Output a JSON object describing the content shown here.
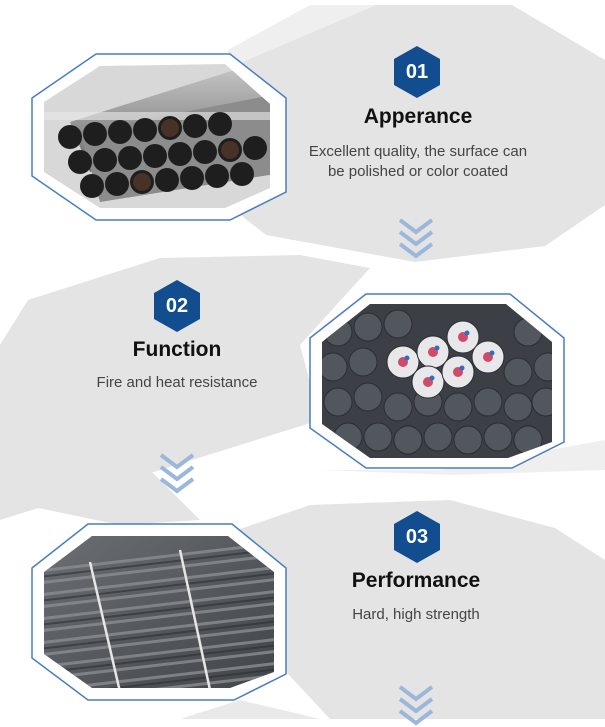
{
  "colors": {
    "badge": "#114d8f",
    "chevron": "#9bb7d9",
    "panel": "#e3e3e3",
    "frame": "#4a7dbf"
  },
  "features": [
    {
      "number": "01",
      "title": "Apperance",
      "description": "Excellent quality, the surface can be polished or color coated",
      "image": "polished-round-steel-bars-photo"
    },
    {
      "number": "02",
      "title": "Function",
      "description": "Fire and heat resistance",
      "image": "round-bar-ends-with-labels-photo"
    },
    {
      "number": "03",
      "title": "Performance",
      "description": "Hard, high strength",
      "image": "bundled-steel-bars-photo"
    }
  ],
  "icons": {
    "chevron": "chevron-down-icon",
    "badge": "hexagon-badge-icon"
  }
}
